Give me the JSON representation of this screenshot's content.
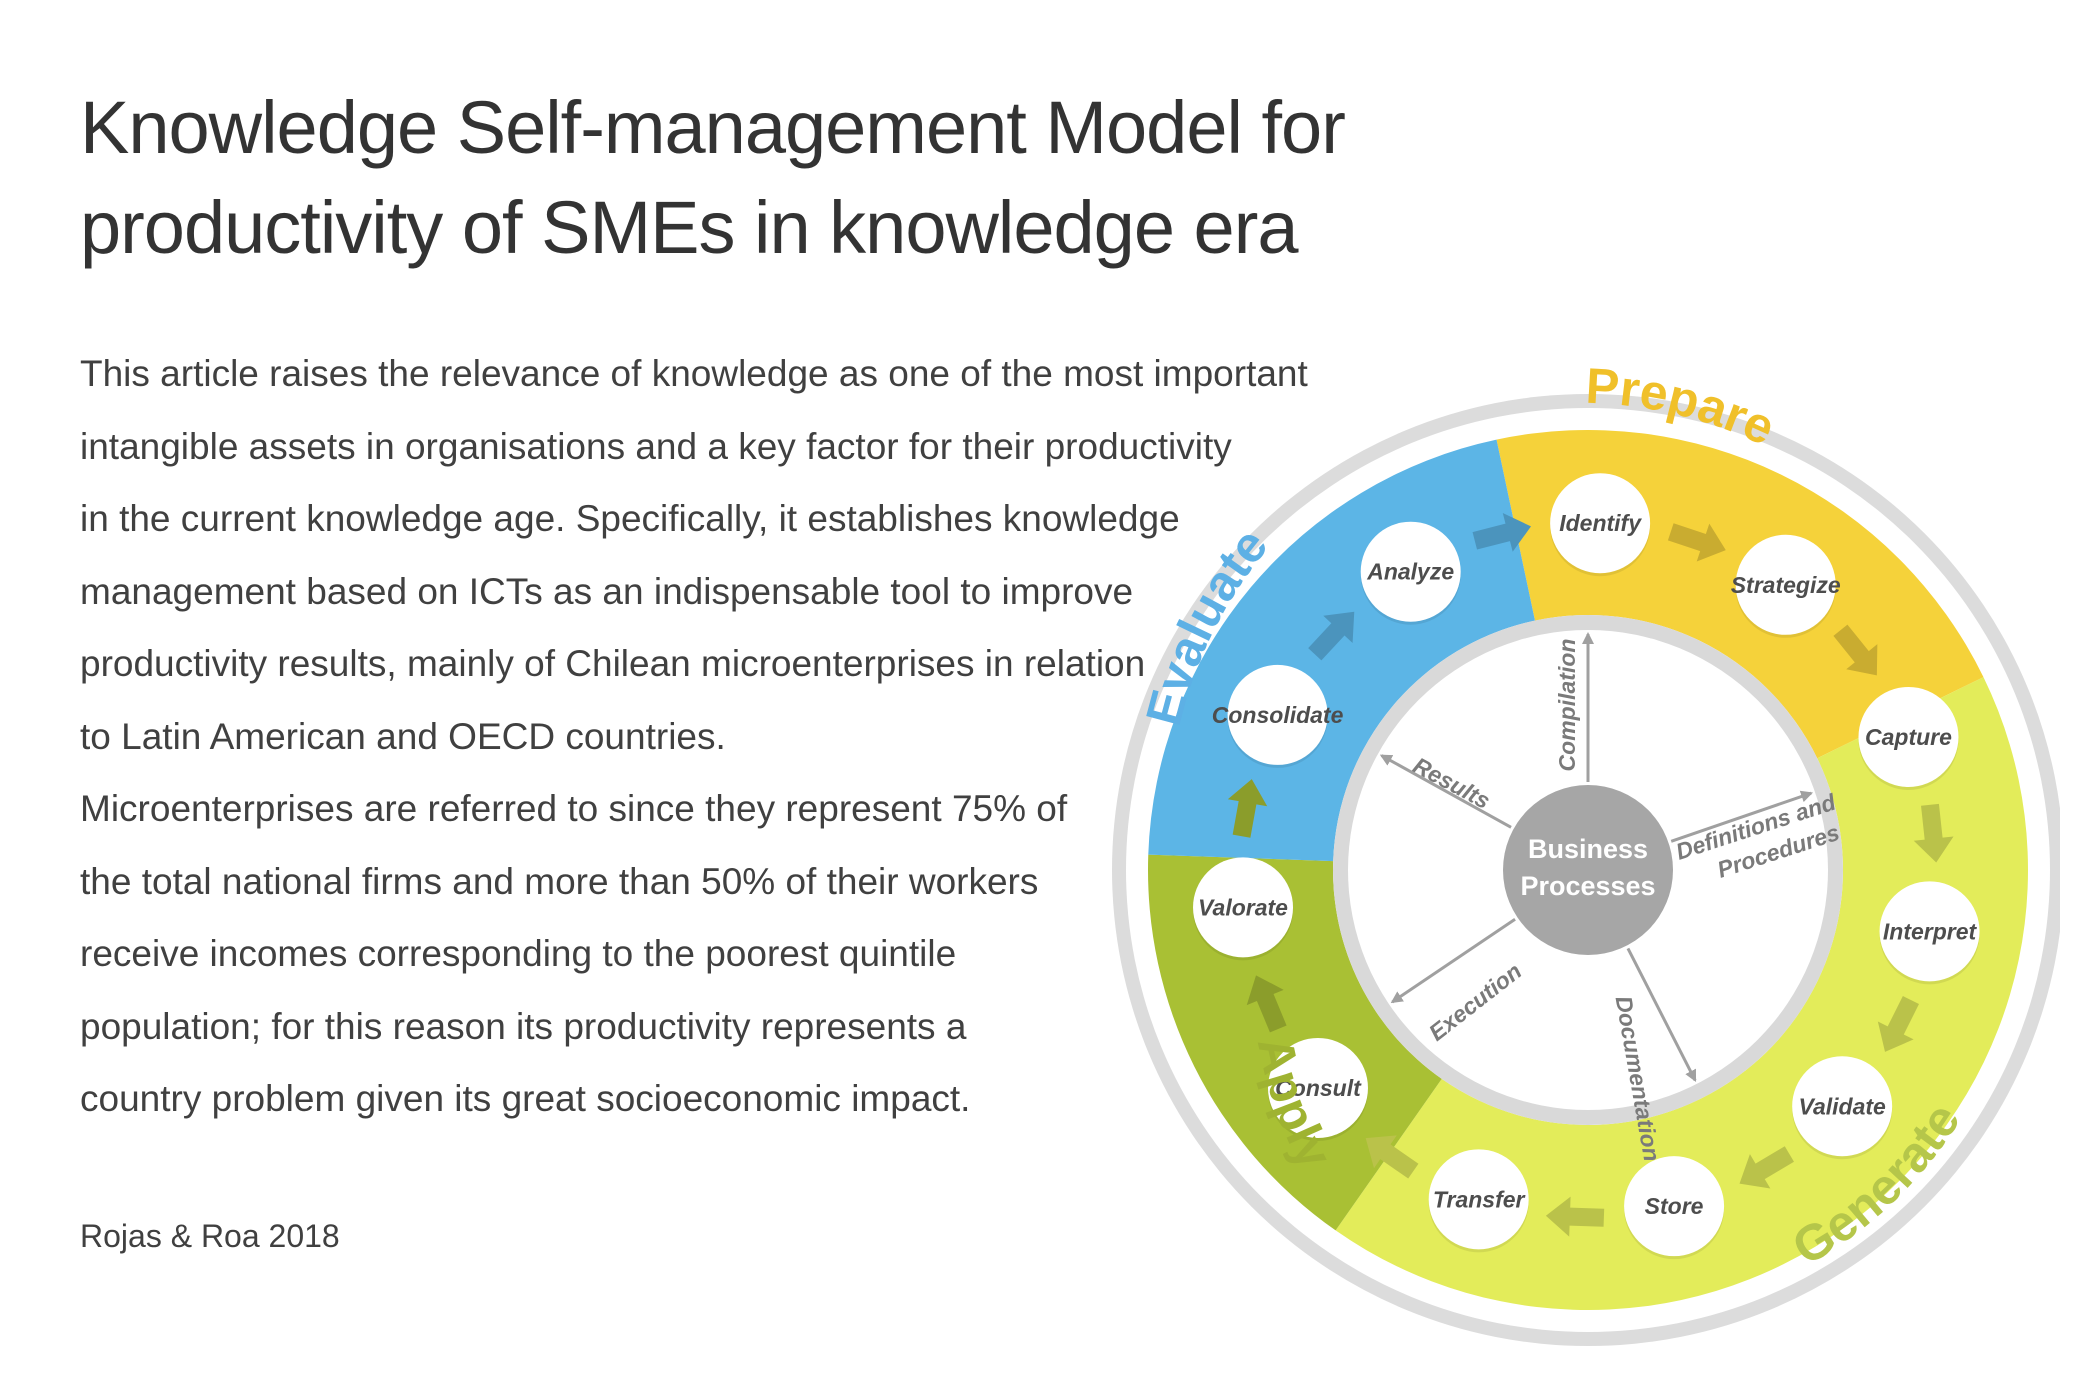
{
  "title": {
    "lines": [
      "Knowledge Self-management Model for",
      "productivity of SMEs in knowledge era"
    ]
  },
  "body": {
    "lines": [
      "This article raises the relevance of knowledge as one of the most important",
      "intangible assets in organisations and a key factor for their productivity",
      "in the current knowledge age. Specifically, it establishes knowledge",
      "management based on ICTs as an indispensable tool to improve",
      "productivity results, mainly of Chilean microenterprises in relation",
      "to Latin American and OECD countries.",
      "Microenterprises are referred to since they represent 75% of",
      "the total national firms and more than 50% of their workers",
      "receive incomes corresponding to the poorest quintile",
      "population; for this reason its productivity represents a",
      "country problem given its great socioeconomic impact."
    ]
  },
  "citation": "Rojas & Roa 2018",
  "diagram": {
    "center": {
      "line1": "Business",
      "line2": "Processes"
    },
    "phases": [
      {
        "name": "Prepare",
        "color": "#f5d23a"
      },
      {
        "name": "Generate",
        "color": "#e3ec5a"
      },
      {
        "name": "Apply",
        "color": "#a9c034"
      },
      {
        "name": "Evaluate",
        "color": "#5cb5e6"
      }
    ],
    "steps": [
      {
        "label": "Identify",
        "phase": "Prepare"
      },
      {
        "label": "Strategize",
        "phase": "Prepare"
      },
      {
        "label": "Capture",
        "phase": "Generate"
      },
      {
        "label": "Interpret",
        "phase": "Generate"
      },
      {
        "label": "Validate",
        "phase": "Generate"
      },
      {
        "label": "Store",
        "phase": "Generate"
      },
      {
        "label": "Transfer",
        "phase": "Generate"
      },
      {
        "label": "Consult",
        "phase": "Apply"
      },
      {
        "label": "Valorate",
        "phase": "Apply"
      },
      {
        "label": "Consolidate",
        "phase": "Evaluate"
      },
      {
        "label": "Analyze",
        "phase": "Evaluate"
      }
    ],
    "spokes": [
      {
        "label": "Compilation"
      },
      {
        "label": "Definitions and Procedures",
        "line1": "Definitions and",
        "line2": "Procedures"
      },
      {
        "label": "Documentation"
      },
      {
        "label": "Execution"
      },
      {
        "label": "Results"
      }
    ],
    "colors": {
      "outer_ring": "#dcdcdc",
      "inner_ring": "#d9d9d9",
      "hub": "#a6a6a6",
      "spoke": "#a0a0a0",
      "prepare_label": "#f0c02a",
      "generate_label": "#b5c64a",
      "apply_label": "#9fb331",
      "evaluate_label": "#5db0e5"
    }
  }
}
